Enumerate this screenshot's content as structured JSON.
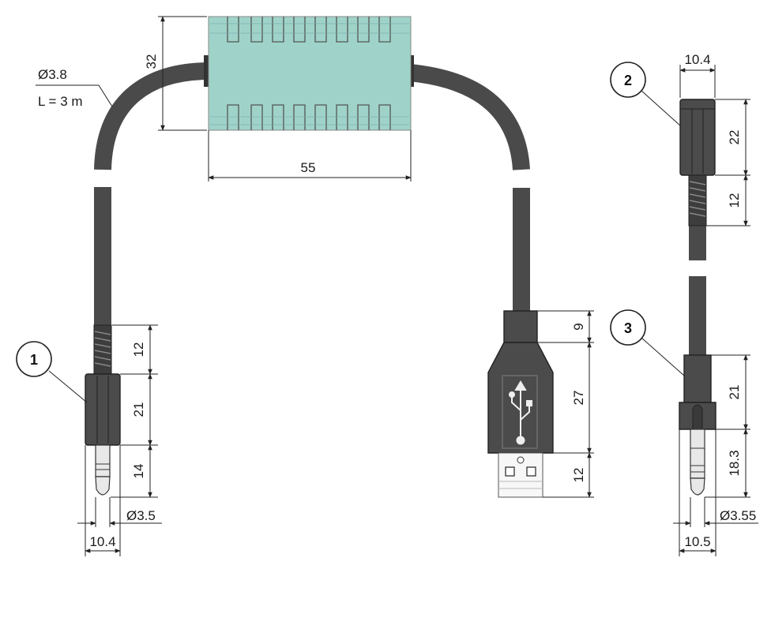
{
  "cable": {
    "diameter_label": "Ø3.8",
    "length_label": "L = 3 m"
  },
  "ferrite": {
    "height_label": "32",
    "width_label": "55"
  },
  "callouts": {
    "c1": "1",
    "c2": "2",
    "c3": "3"
  },
  "connector1": {
    "strain_relief": "12",
    "body": "21",
    "plug": "14",
    "tip_diameter": "Ø3.5",
    "width": "10.4"
  },
  "usb": {
    "boot": "9",
    "body": "27",
    "plug": "12"
  },
  "connector2": {
    "width": "10.4",
    "body": "22",
    "strain_relief": "12"
  },
  "connector3": {
    "body": "21",
    "plug": "18.3",
    "tip_diameter": "Ø3.55",
    "width": "10.5"
  },
  "colors": {
    "ferrite": "#9fd3c9",
    "cable": "#4a4a4a",
    "connector": "#4b4b4b"
  }
}
